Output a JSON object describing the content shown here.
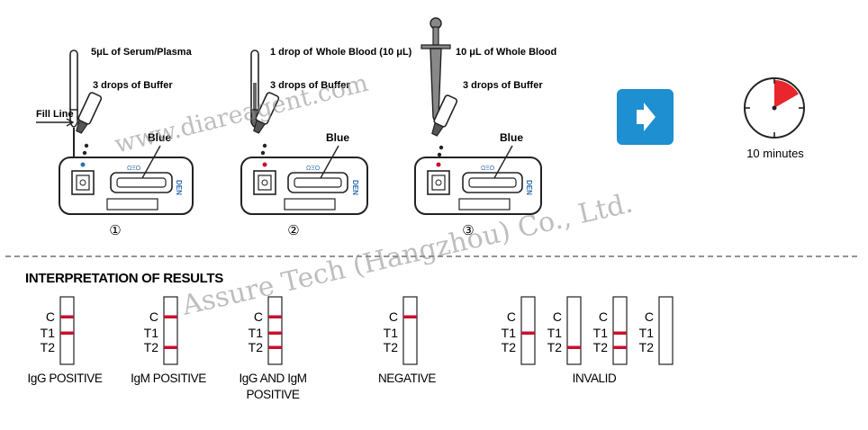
{
  "steps": [
    {
      "number": "①",
      "sample_label": "5μL of Serum/Plasma",
      "buffer_label": "3 drops of Buffer",
      "fill_line_label": "Fill Line",
      "line_label": "Blue",
      "device_code": "DEN",
      "window_marks": "ΩΞO"
    },
    {
      "number": "②",
      "sample_prefix": "1 drop of",
      "sample_label": "Whole Blood (10 μL)",
      "buffer_label": "3 drops of Buffer",
      "line_label": "Blue",
      "device_code": "DEN",
      "window_marks": "ΩΞO"
    },
    {
      "number": "③",
      "sample_label": "10 μL of Whole Blood",
      "buffer_label": "3 drops of Buffer",
      "line_label": "Blue",
      "device_code": "DEN",
      "window_marks": "ΩΞO"
    }
  ],
  "arrow_icon": "right-arrow-icon",
  "arrow_color": "#1e8fd0",
  "timer": {
    "label": "10 minutes",
    "icon": "clock-icon",
    "fill_fraction": 0.1667,
    "fill_color": "#e8262b"
  },
  "interpretation": {
    "heading": "INTERPRETATION OF RESULTS",
    "line_color": "#c8102e",
    "line_labels": [
      "C",
      "T1",
      "T2"
    ],
    "results": [
      {
        "label": "IgG POSITIVE",
        "strips": [
          {
            "lines": [
              "C",
              "T1"
            ]
          }
        ]
      },
      {
        "label": "IgM POSITIVE",
        "strips": [
          {
            "lines": [
              "C",
              "T2"
            ]
          }
        ]
      },
      {
        "label": "IgG AND IgM",
        "label2": "POSITIVE",
        "strips": [
          {
            "lines": [
              "C",
              "T1",
              "T2"
            ]
          }
        ]
      },
      {
        "label": "NEGATIVE",
        "strips": [
          {
            "lines": [
              "C"
            ]
          }
        ]
      },
      {
        "label": "INVALID",
        "strips": [
          {
            "lines": [
              "T1"
            ]
          },
          {
            "lines": [
              "T2"
            ]
          },
          {
            "lines": [
              "T1",
              "T2"
            ]
          },
          {
            "lines": []
          }
        ]
      }
    ]
  },
  "watermark": {
    "line1": "www.diareagent.com",
    "line2": "Assure Tech (Hangzhou) Co., Ltd."
  }
}
